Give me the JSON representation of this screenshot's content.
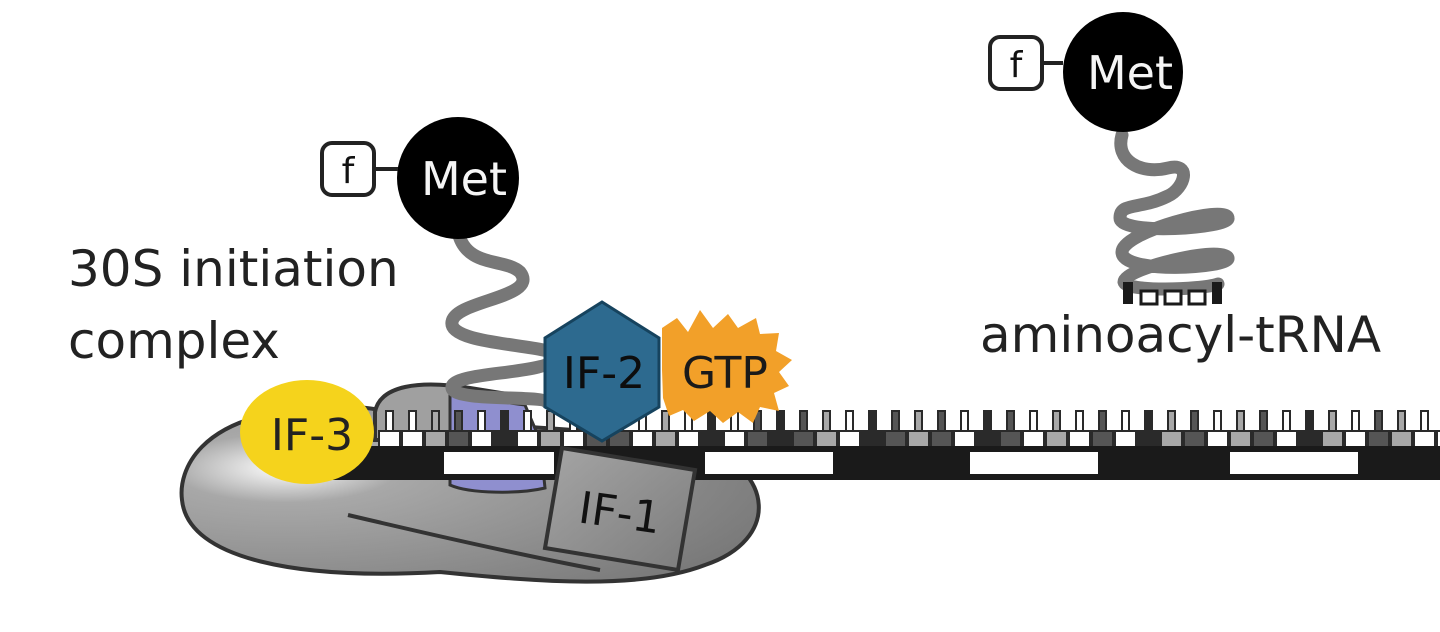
{
  "labels": {
    "complex_line1": "30S initiation",
    "complex_line2": "complex",
    "aminoacyl": "aminoacyl-tRNA",
    "met": "Met",
    "formyl": "f",
    "if1": "IF-1",
    "if2": "IF-2",
    "if3": "IF-3",
    "gtp": "GTP"
  },
  "colors": {
    "ribosome": "#8c8c8c",
    "if3": "#f5d31c",
    "if2": "#2d6a8f",
    "gtp": "#f2a029",
    "if1": "#8f8f8f",
    "p_site": "#8f8fcf",
    "met_ball": "#000000",
    "trna_stem": "#777777",
    "mrna": "#1a1a1a"
  }
}
